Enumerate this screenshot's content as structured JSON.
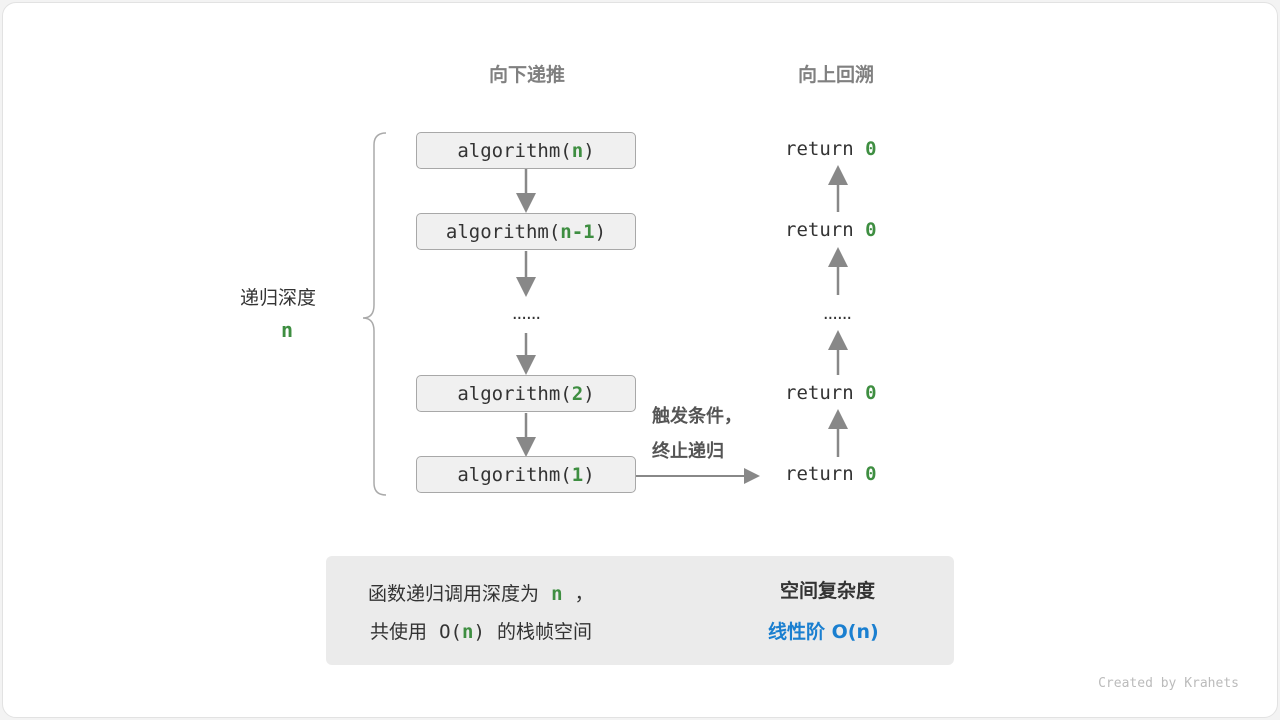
{
  "headings": {
    "down": "向下递推",
    "up": "向上回溯"
  },
  "depth_label": {
    "text": "递归深度",
    "var": "n"
  },
  "calls": [
    {
      "prefix": "algorithm(",
      "arg": "n",
      "suffix": ")"
    },
    {
      "prefix": "algorithm(",
      "arg": "n-1",
      "suffix": ")"
    },
    {
      "prefix": "algorithm(",
      "arg": "2",
      "suffix": ")"
    },
    {
      "prefix": "algorithm(",
      "arg": "1",
      "suffix": ")"
    }
  ],
  "ellipsis": "······",
  "returns": {
    "keyword": "return",
    "value": "0"
  },
  "trigger": {
    "line1": "触发条件，",
    "line2": "终止递归"
  },
  "summary": {
    "line1_a": "函数递归调用深度为",
    "line1_var": "n",
    "line1_b": "，",
    "line2_a": "共使用",
    "line2_o": "O(",
    "line2_var": "n",
    "line2_c": ")",
    "line2_b": "的栈帧空间",
    "result_title": "空间复杂度",
    "result_value": "线性阶 O(n)"
  },
  "watermark": "Created by Krahets",
  "colors": {
    "green": "#3e8e41",
    "blue": "#1a7fd0",
    "arrow": "#888888"
  }
}
